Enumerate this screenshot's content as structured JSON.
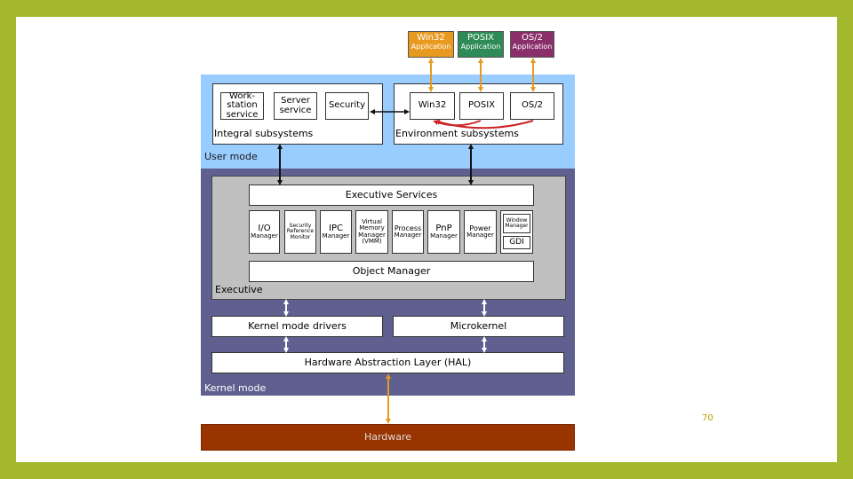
{
  "page_number": "70",
  "colors": {
    "page_background": "#a3b82c",
    "user_mode_band": "#99ccff",
    "kernel_mode_band": "#5f5f90",
    "executive_panel": "#c0c0c0",
    "hardware_bar": "#993300",
    "win32_app": "#e89a20",
    "posix_app": "#2e8b57",
    "os2_app": "#8b2f6a",
    "arrow_orange": "#e69a1e",
    "arrow_red": "#cc2222"
  },
  "applications": [
    {
      "name": "Win32",
      "sub": "Application"
    },
    {
      "name": "POSIX",
      "sub": "Application"
    },
    {
      "name": "OS/2",
      "sub": "Application"
    }
  ],
  "user_mode": {
    "label": "User mode",
    "integral": {
      "label": "Integral subsystems",
      "items": {
        "workstation": [
          "Work-",
          "station",
          "service"
        ],
        "server": [
          "Server",
          "service"
        ],
        "security": "Security"
      }
    },
    "environment": {
      "label": "Environment subsystems",
      "items": [
        "Win32",
        "POSIX",
        "OS/2"
      ]
    }
  },
  "kernel_mode": {
    "label": "Kernel mode",
    "executive": {
      "label": "Executive",
      "services": "Executive Services",
      "object_manager": "Object Manager",
      "managers": {
        "io": {
          "title": "I/O",
          "sub": "Manager"
        },
        "security_ref": [
          "Security",
          "Reference",
          "Monitor"
        ],
        "ipc": {
          "title": "IPC",
          "sub": "Manager"
        },
        "vmm": [
          "Virtual",
          "Memory",
          "Manager",
          "(VMM)"
        ],
        "process": {
          "title": "Process",
          "sub": "Manager"
        },
        "pnp": {
          "title": "PnP",
          "sub": "Manager"
        },
        "power": {
          "title": "Power",
          "sub": "Manager"
        },
        "window": [
          "Window",
          "Manager"
        ],
        "gdi": "GDI"
      }
    },
    "kernel_mode_drivers": "Kernel mode drivers",
    "microkernel": "Microkernel",
    "hal": "Hardware Abstraction Layer (HAL)"
  },
  "hardware": "Hardware"
}
